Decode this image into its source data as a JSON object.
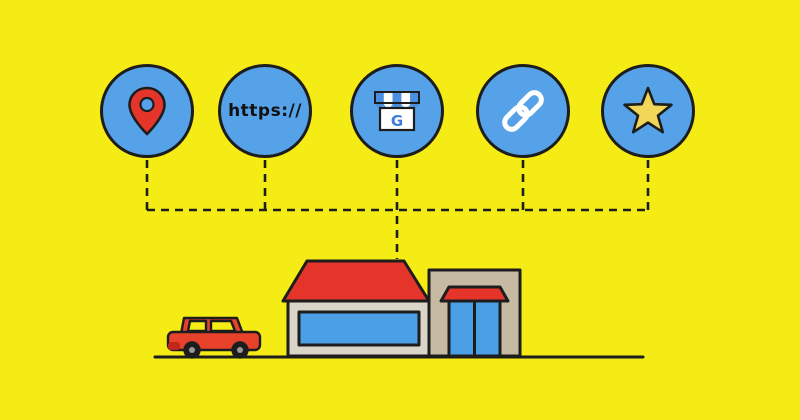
{
  "illustration": {
    "background_color": "#F5EC16",
    "outline_color": "#1D1D1D",
    "node_color": "#56A2E9",
    "nodes": [
      {
        "id": "location",
        "icon": "location-pin-icon",
        "pin_color": "#E5352B"
      },
      {
        "id": "https",
        "icon": "https-text",
        "label": "https://"
      },
      {
        "id": "google-business",
        "icon": "storefront-icon",
        "letter": "G",
        "awning_color": "#4A8FE0"
      },
      {
        "id": "link",
        "icon": "chain-link-icon",
        "link_color": "#FFFFFF"
      },
      {
        "id": "star",
        "icon": "star-icon",
        "star_color": "#F2D657"
      }
    ],
    "building": {
      "roof_color": "#E5352B",
      "left_wall_color": "#DBD5C9",
      "right_wall_color": "#C7BAA3",
      "window_color": "#4A9FE5",
      "door_color": "#4A9FE5",
      "awning_color": "#E5352B"
    },
    "car": {
      "body_color": "#E8412C",
      "window_color": "#F5EC16",
      "wheel_color": "#1D1D1D"
    }
  }
}
